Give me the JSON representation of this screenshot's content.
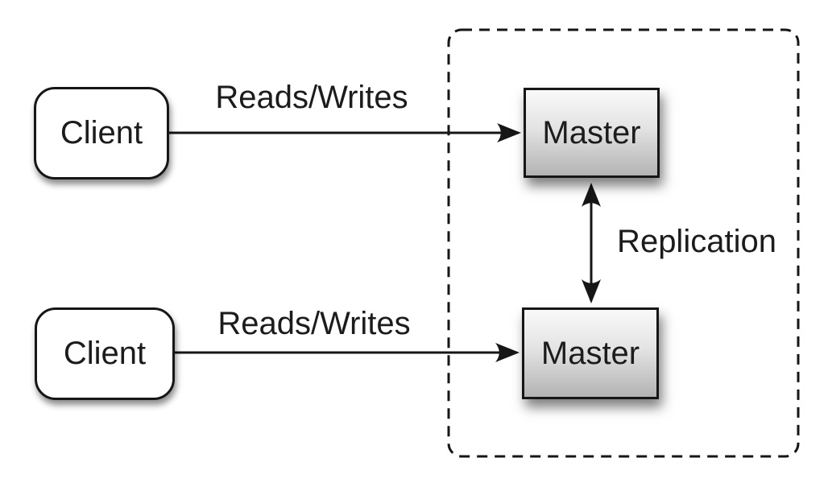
{
  "colors": {
    "background": "#ffffff",
    "line": "#161616",
    "text": "#1c1c1c",
    "client_fill": "#ffffff",
    "master_gradient_top": "#f9f9f9",
    "master_gradient_bottom": "#b3b3b3"
  },
  "nodes": {
    "client_top": {
      "label": "Client"
    },
    "client_bottom": {
      "label": "Client"
    },
    "master_top": {
      "label": "Master"
    },
    "master_bottom": {
      "label": "Master"
    }
  },
  "edges": {
    "reads_writes_top": {
      "label": "Reads/Writes"
    },
    "reads_writes_bottom": {
      "label": "Reads/Writes"
    },
    "replication": {
      "label": "Replication"
    }
  }
}
